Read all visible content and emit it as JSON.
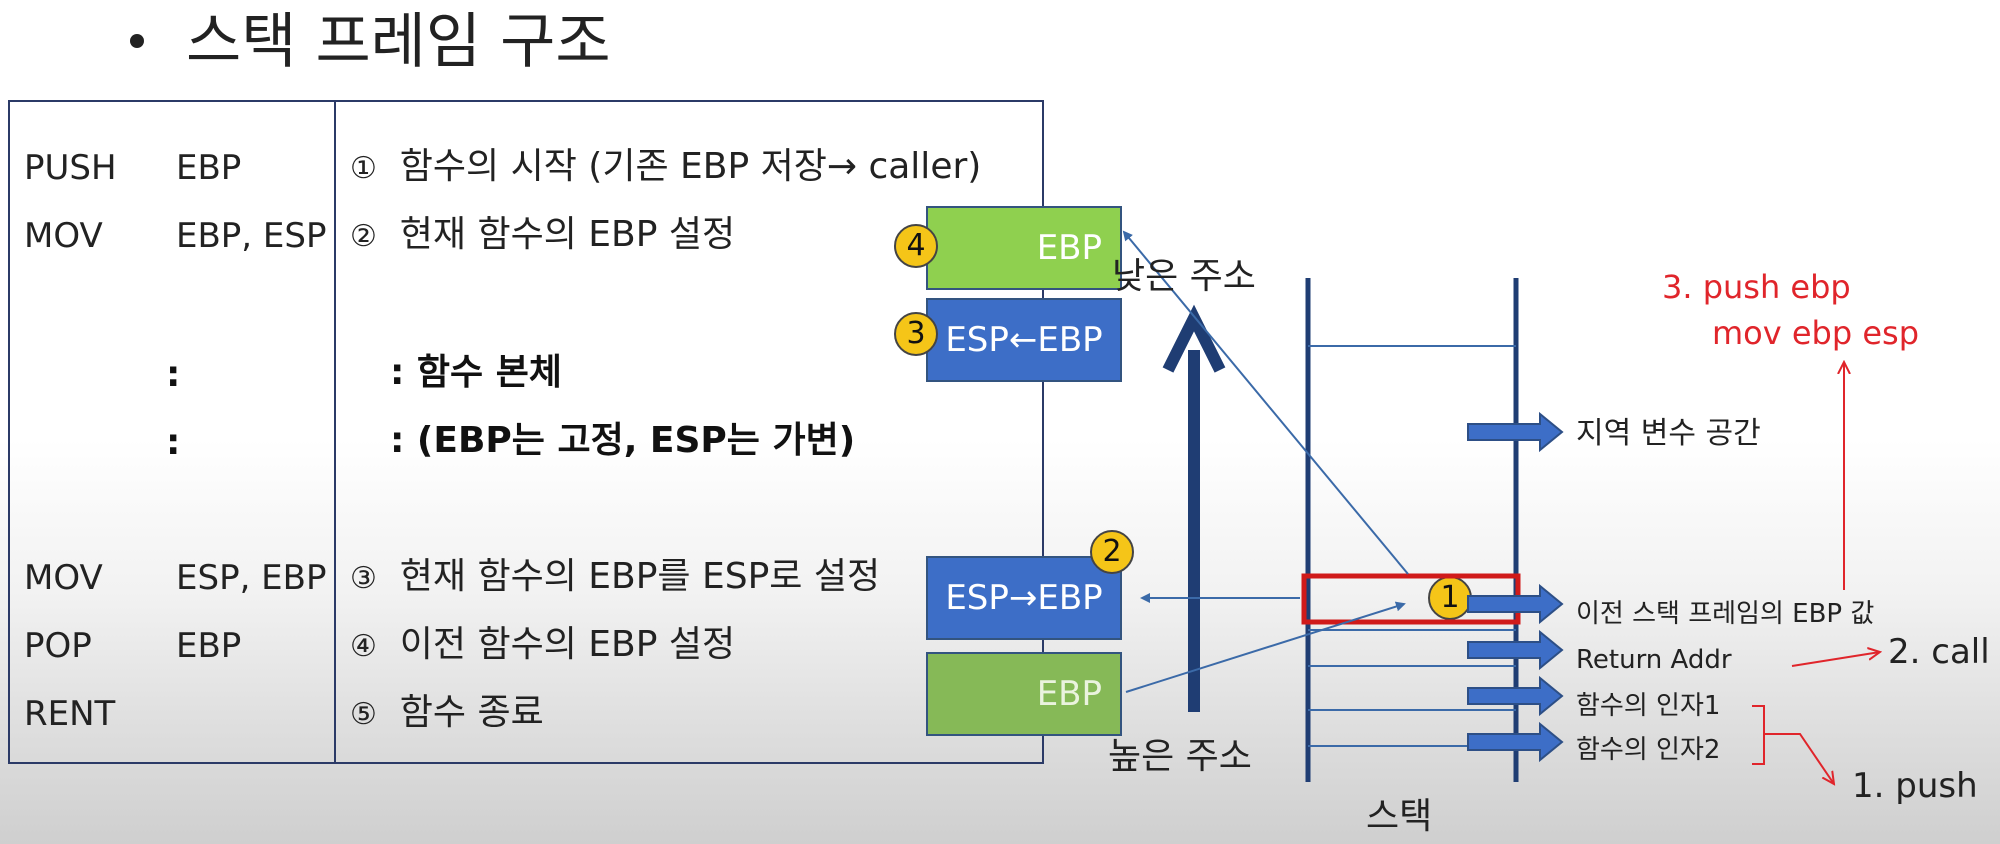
{
  "title": "스택 프레임 구조",
  "code_rows": [
    {
      "mnemonic": "PUSH",
      "operand": "EBP",
      "num": "①",
      "desc": "함수의 시작 (기존 EBP 저장→ caller)"
    },
    {
      "mnemonic": "MOV",
      "operand": "EBP, ESP",
      "num": "②",
      "desc": "현재 함수의 EBP 설정"
    },
    {
      "mnemonic": "MOV",
      "operand": "ESP, EBP",
      "num": "③",
      "desc": "현재 함수의 EBP를 ESP로 설정"
    },
    {
      "mnemonic": "POP",
      "operand": "EBP",
      "num": "④",
      "desc": "이전 함수의 EBP 설정"
    },
    {
      "mnemonic": "RENT",
      "operand": "",
      "num": "⑤",
      "desc": "함수 종료"
    }
  ],
  "body_rows": [
    {
      "colon": ":",
      "text": ": 함수 본체"
    },
    {
      "colon": ":",
      "text": ": (EBP는 고정, ESP는 가변)"
    }
  ],
  "boxes": {
    "box4_label": "EBP",
    "box3_label": "ESP←EBP",
    "box2_label": "ESP→EBP",
    "box1_label": "EBP"
  },
  "badges": {
    "b1": "1",
    "b2": "2",
    "b3": "3",
    "b4": "4"
  },
  "addresses": {
    "low": "낮은 주소",
    "high": "높은 주소"
  },
  "stack": {
    "caption": "스택",
    "labels": [
      "지역 변수 공간",
      "이전 스택 프레임의 EBP 값",
      "Return Addr",
      "함수의 인자1",
      "함수의 인자2"
    ]
  },
  "annotations": {
    "push_ebp": "3. push ebp",
    "mov_ebp_esp": "mov  ebp esp",
    "call": "2. call",
    "push": "1. push"
  },
  "colors": {
    "box_border": "#2b3a67",
    "green": "#8fd04f",
    "blue": "#3d6ec7",
    "badge": "#f5c518",
    "arrow_blue": "#3b6aa8",
    "highlight_red": "#d01a1a",
    "annotation_red": "#e0252b",
    "stack_line": "#1f3d73"
  }
}
